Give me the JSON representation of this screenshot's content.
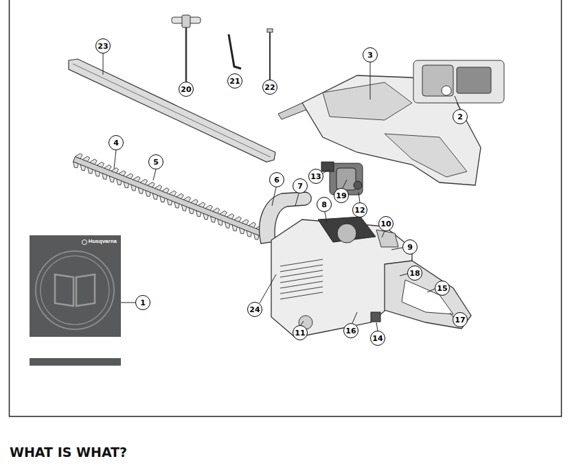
{
  "diagram": {
    "title": "WHAT IS WHAT?",
    "nodes": [
      {
        "text": [
          "23"
        ]
      },
      {
        "text": [
          "3"
        ]
      },
      {
        "text": [
          "21"
        ]
      },
      {
        "text": [
          "22"
        ]
      },
      {
        "text": [
          "20"
        ]
      },
      {
        "text": [
          "2"
        ]
      },
      {
        "text": [
          "4"
        ]
      },
      {
        "text": [
          "5"
        ]
      },
      {
        "text": [
          "13"
        ]
      },
      {
        "text": [
          "6"
        ]
      },
      {
        "text": [
          "7"
        ]
      },
      {
        "text": [
          "19"
        ]
      },
      {
        "text": [
          "8"
        ]
      },
      {
        "text": [
          "12"
        ]
      },
      {
        "text": [
          "10"
        ]
      },
      {
        "text": [
          "Husqvarna"
        ]
      },
      {
        "text": [
          "9"
        ]
      },
      {
        "text": [
          "18"
        ]
      },
      {
        "text": [
          "15"
        ]
      },
      {
        "text": [
          "1"
        ]
      },
      {
        "text": [
          "24"
        ]
      },
      {
        "text": [
          "17"
        ]
      },
      {
        "text": [
          "16"
        ]
      },
      {
        "text": [
          "11"
        ]
      },
      {
        "text": [
          "14"
        ]
      }
    ]
  }
}
